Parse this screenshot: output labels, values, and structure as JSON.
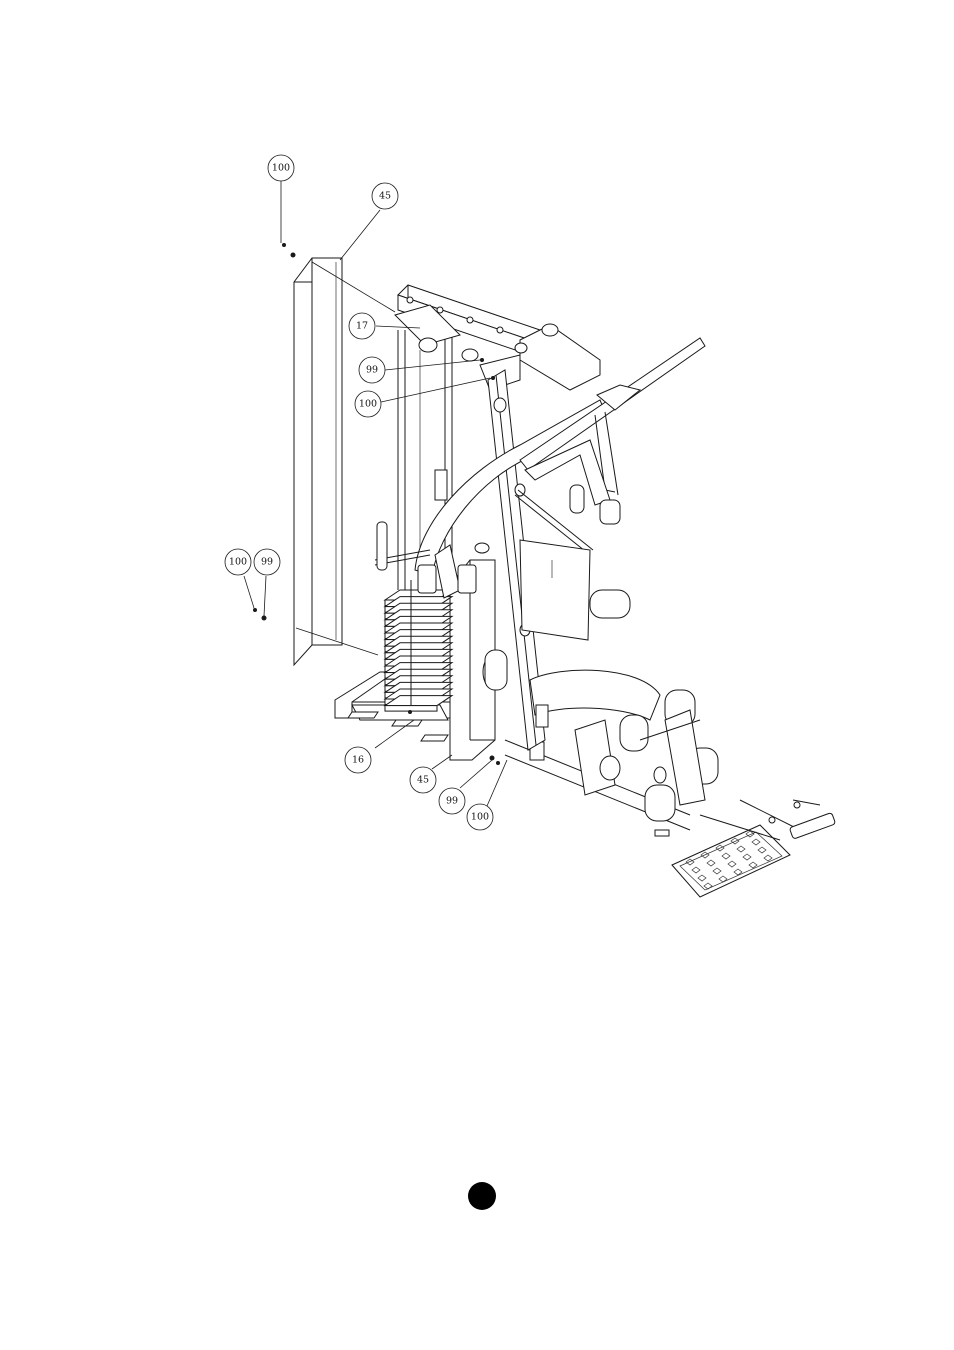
{
  "callouts": [
    {
      "id": "c1",
      "label": "100"
    },
    {
      "id": "c2",
      "label": "45"
    },
    {
      "id": "c3",
      "label": "17"
    },
    {
      "id": "c4",
      "label": "99"
    },
    {
      "id": "c5",
      "label": "100"
    },
    {
      "id": "c6",
      "label": "100"
    },
    {
      "id": "c7",
      "label": "99"
    },
    {
      "id": "c8",
      "label": "16"
    },
    {
      "id": "c9",
      "label": "45"
    },
    {
      "id": "c10",
      "label": "99"
    },
    {
      "id": "c11",
      "label": "100"
    }
  ],
  "page_marker": {
    "color": "#000000"
  }
}
